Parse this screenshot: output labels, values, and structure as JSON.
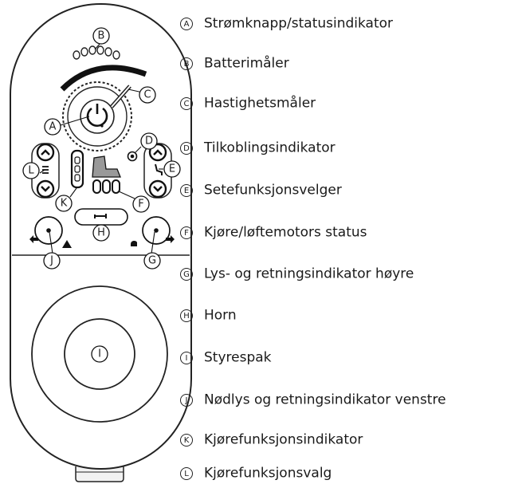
{
  "legend": [
    {
      "letter": "A",
      "text": "Strømknapp/statusindikator"
    },
    {
      "letter": "B",
      "text": "Batterimåler"
    },
    {
      "letter": "C",
      "text": "Hastighetsmåler"
    },
    {
      "letter": "D",
      "text": "Tilkoblingsindikator"
    },
    {
      "letter": "E",
      "text": "Setefunksjonsvelger"
    },
    {
      "letter": "F",
      "text": "Kjøre/løftemotors status"
    },
    {
      "letter": "G",
      "text": "Lys- og retningsindikator høyre"
    },
    {
      "letter": "H",
      "text": "Horn"
    },
    {
      "letter": "I",
      "text": "Styrespak"
    },
    {
      "letter": "J",
      "text": "Nødlys og retningsindikator venstre"
    },
    {
      "letter": "K",
      "text": "Kjørefunksjonsindikator"
    },
    {
      "letter": "L",
      "text": "Kjørefunksjonsvalg"
    }
  ],
  "callouts": {
    "A": "A",
    "B": "B",
    "C": "C",
    "D": "D",
    "E": "E",
    "F": "F",
    "G": "G",
    "H": "H",
    "I": "I",
    "J": "J",
    "K": "K",
    "L": "L"
  }
}
